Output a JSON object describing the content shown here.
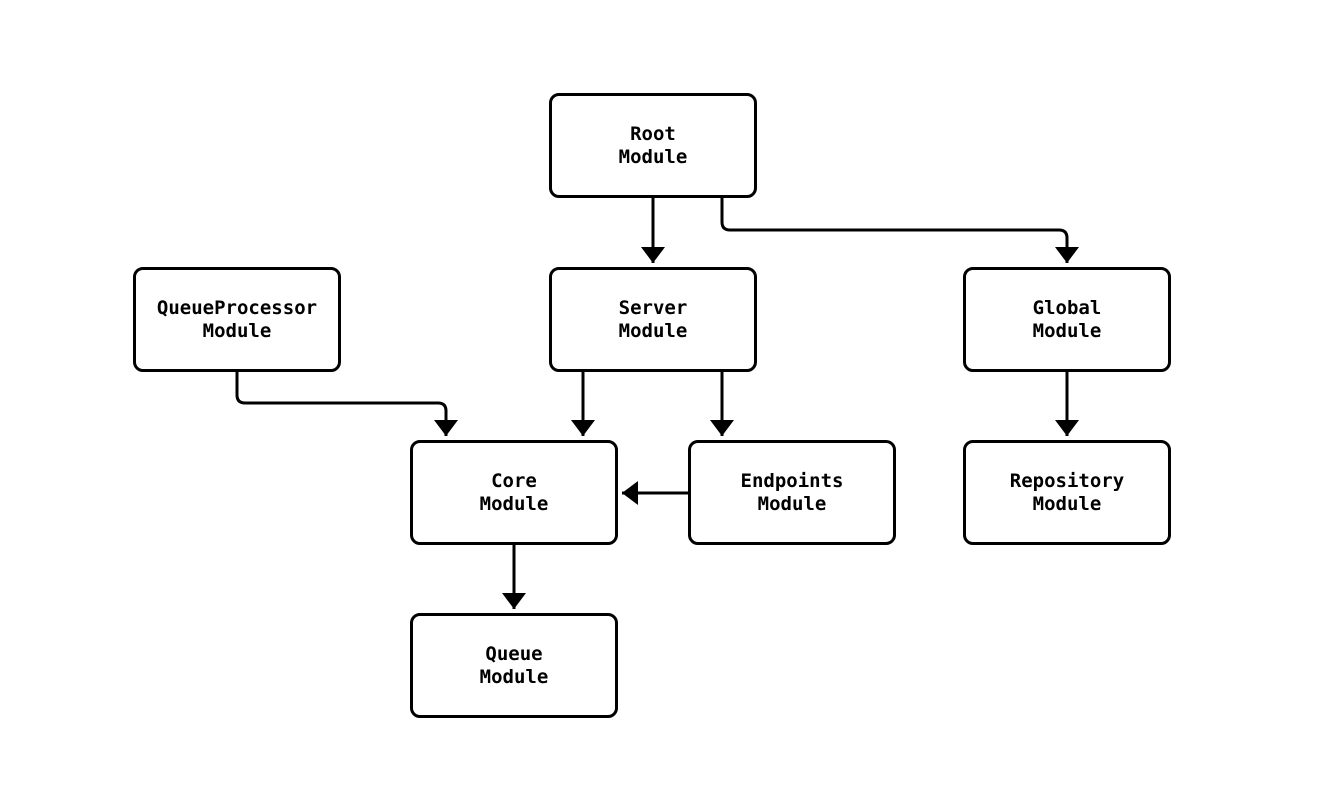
{
  "diagram": {
    "type": "module-dependency-flowchart",
    "colors": {
      "background": "#ffffff",
      "stroke": "#000000",
      "node_fill": "#ffffff",
      "text": "#000000"
    },
    "nodes": {
      "root": {
        "line1": "Root",
        "line2": "Module"
      },
      "queueprocessor": {
        "line1": "QueueProcessor",
        "line2": "Module"
      },
      "server": {
        "line1": "Server",
        "line2": "Module"
      },
      "global": {
        "line1": "Global",
        "line2": "Module"
      },
      "core": {
        "line1": "Core",
        "line2": "Module"
      },
      "endpoints": {
        "line1": "Endpoints",
        "line2": "Module"
      },
      "repository": {
        "line1": "Repository",
        "line2": "Module"
      },
      "queue": {
        "line1": "Queue",
        "line2": "Module"
      }
    },
    "edges": [
      {
        "from": "Root Module",
        "to": "Server Module"
      },
      {
        "from": "Root Module",
        "to": "Global Module"
      },
      {
        "from": "QueueProcessor Module",
        "to": "Core Module"
      },
      {
        "from": "Server Module",
        "to": "Core Module"
      },
      {
        "from": "Server Module",
        "to": "Endpoints Module"
      },
      {
        "from": "Endpoints Module",
        "to": "Core Module"
      },
      {
        "from": "Global Module",
        "to": "Repository Module"
      },
      {
        "from": "Core Module",
        "to": "Queue Module"
      }
    ]
  }
}
